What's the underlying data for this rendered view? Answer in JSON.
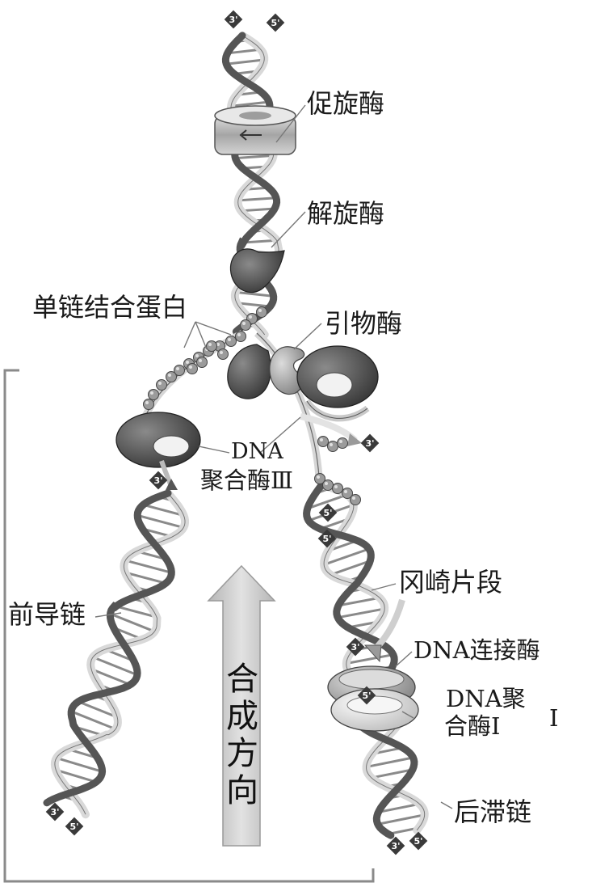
{
  "labels": {
    "topoisomerase": "促旋酶",
    "helicase": "解旋酶",
    "ssb": "单链结合蛋白",
    "primase": "引物酶",
    "pol3_line1": "DNA",
    "pol3_line2": "聚合酶Ⅲ",
    "okazaki": "冈崎片段",
    "leading": "前导链",
    "ligase": "DNA连接酶",
    "pol1_line1": "DNA聚",
    "pol1_line2": "合酶Ⅰ",
    "pol1_extra": "Ⅰ",
    "lagging": "后滞链",
    "direction": "合成方向"
  },
  "end_tags": {
    "three_prime": "3'",
    "five_prime": "5'"
  },
  "colors": {
    "strand_dark": "#555555",
    "strand_light": "#d9d9d9",
    "rung": "#8a8a8a",
    "enzyme_dark": "#4a4a4a",
    "enzyme_mid": "#9a9a9a",
    "enzyme_light": "#e6e6e6",
    "arrow_fill": "#c8c8c8",
    "bracket": "#8a8a8a"
  }
}
